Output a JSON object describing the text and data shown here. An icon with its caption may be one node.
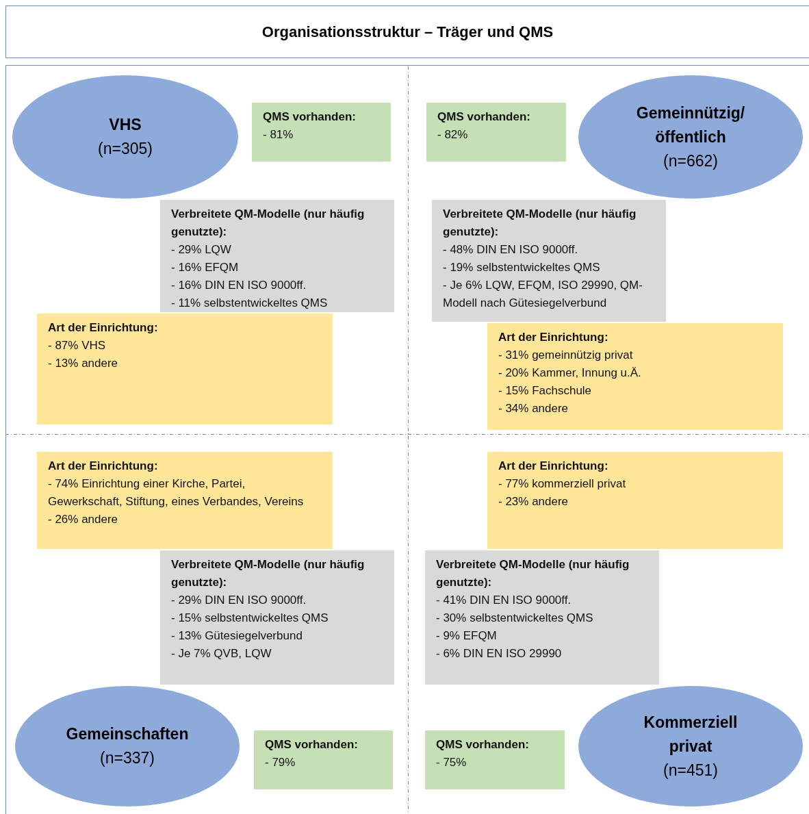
{
  "diagram": {
    "title": "Organisationsstruktur – Träger und QMS",
    "nodes": [
      {
        "text": [
          "VHS",
          "(n=305)"
        ]
      },
      {
        "text": [
          "QMS vorhanden:",
          "- 81%"
        ]
      },
      {
        "text": [
          "Verbreitete QM-Modelle (nur häufig genutzte):",
          "- 29% LQW",
          "- 16% EFQM",
          "- 16% DIN EN ISO 9000ff.",
          "- 11% selbstentwickeltes QMS"
        ]
      },
      {
        "text": [
          "Art der Einrichtung:",
          "- 87% VHS",
          "- 13% andere"
        ]
      },
      {
        "text": [
          "QMS vorhanden:",
          "- 82%"
        ]
      },
      {
        "text": [
          "Gemeinnützig/ öffentlich",
          "(n=662)"
        ]
      },
      {
        "text": [
          "Verbreitete QM-Modelle (nur häufig genutzte):",
          "- 48% DIN EN ISO 9000ff.",
          "- 19% selbstentwickeltes QMS",
          "- Je 6% LQW, EFQM, ISO 29990, QM-Modell nach Gütesiegelverbund"
        ]
      },
      {
        "text": [
          "Art der Einrichtung:",
          "- 31% gemeinnützig privat",
          "- 20% Kammer, Innung u.Ä.",
          "- 15% Fachschule",
          "- 34% andere"
        ]
      },
      {
        "text": [
          "Art der Einrichtung:",
          "- 74% Einrichtung einer Kirche, Partei, Gewerkschaft, Stiftung, eines Verbandes, Vereins",
          "- 26% andere"
        ]
      },
      {
        "text": [
          "Verbreitete QM-Modelle (nur häufig genutzte):",
          "- 29% DIN EN ISO 9000ff.",
          "- 15% selbstentwickeltes QMS",
          "- 13% Gütesiegelverbund",
          "- Je 7% QVB, LQW"
        ]
      },
      {
        "text": [
          "Gemeinschaften",
          "(n=337)"
        ]
      },
      {
        "text": [
          "QMS vorhanden:",
          "- 79%"
        ]
      },
      {
        "text": [
          "Art der Einrichtung:",
          "- 77% kommerziell privat",
          "- 23% andere"
        ]
      },
      {
        "text": [
          "Verbreitete QM-Modelle (nur häufig genutzte):",
          "- 41% DIN EN ISO 9000ff.",
          "- 30% selbstentwickeltes QMS",
          "- 9% EFQM",
          "- 6% DIN EN ISO 29990"
        ]
      },
      {
        "text": [
          "Kommerziell privat",
          "(n=451)"
        ]
      },
      {
        "text": [
          "QMS vorhanden:",
          "- 75%"
        ]
      }
    ]
  }
}
